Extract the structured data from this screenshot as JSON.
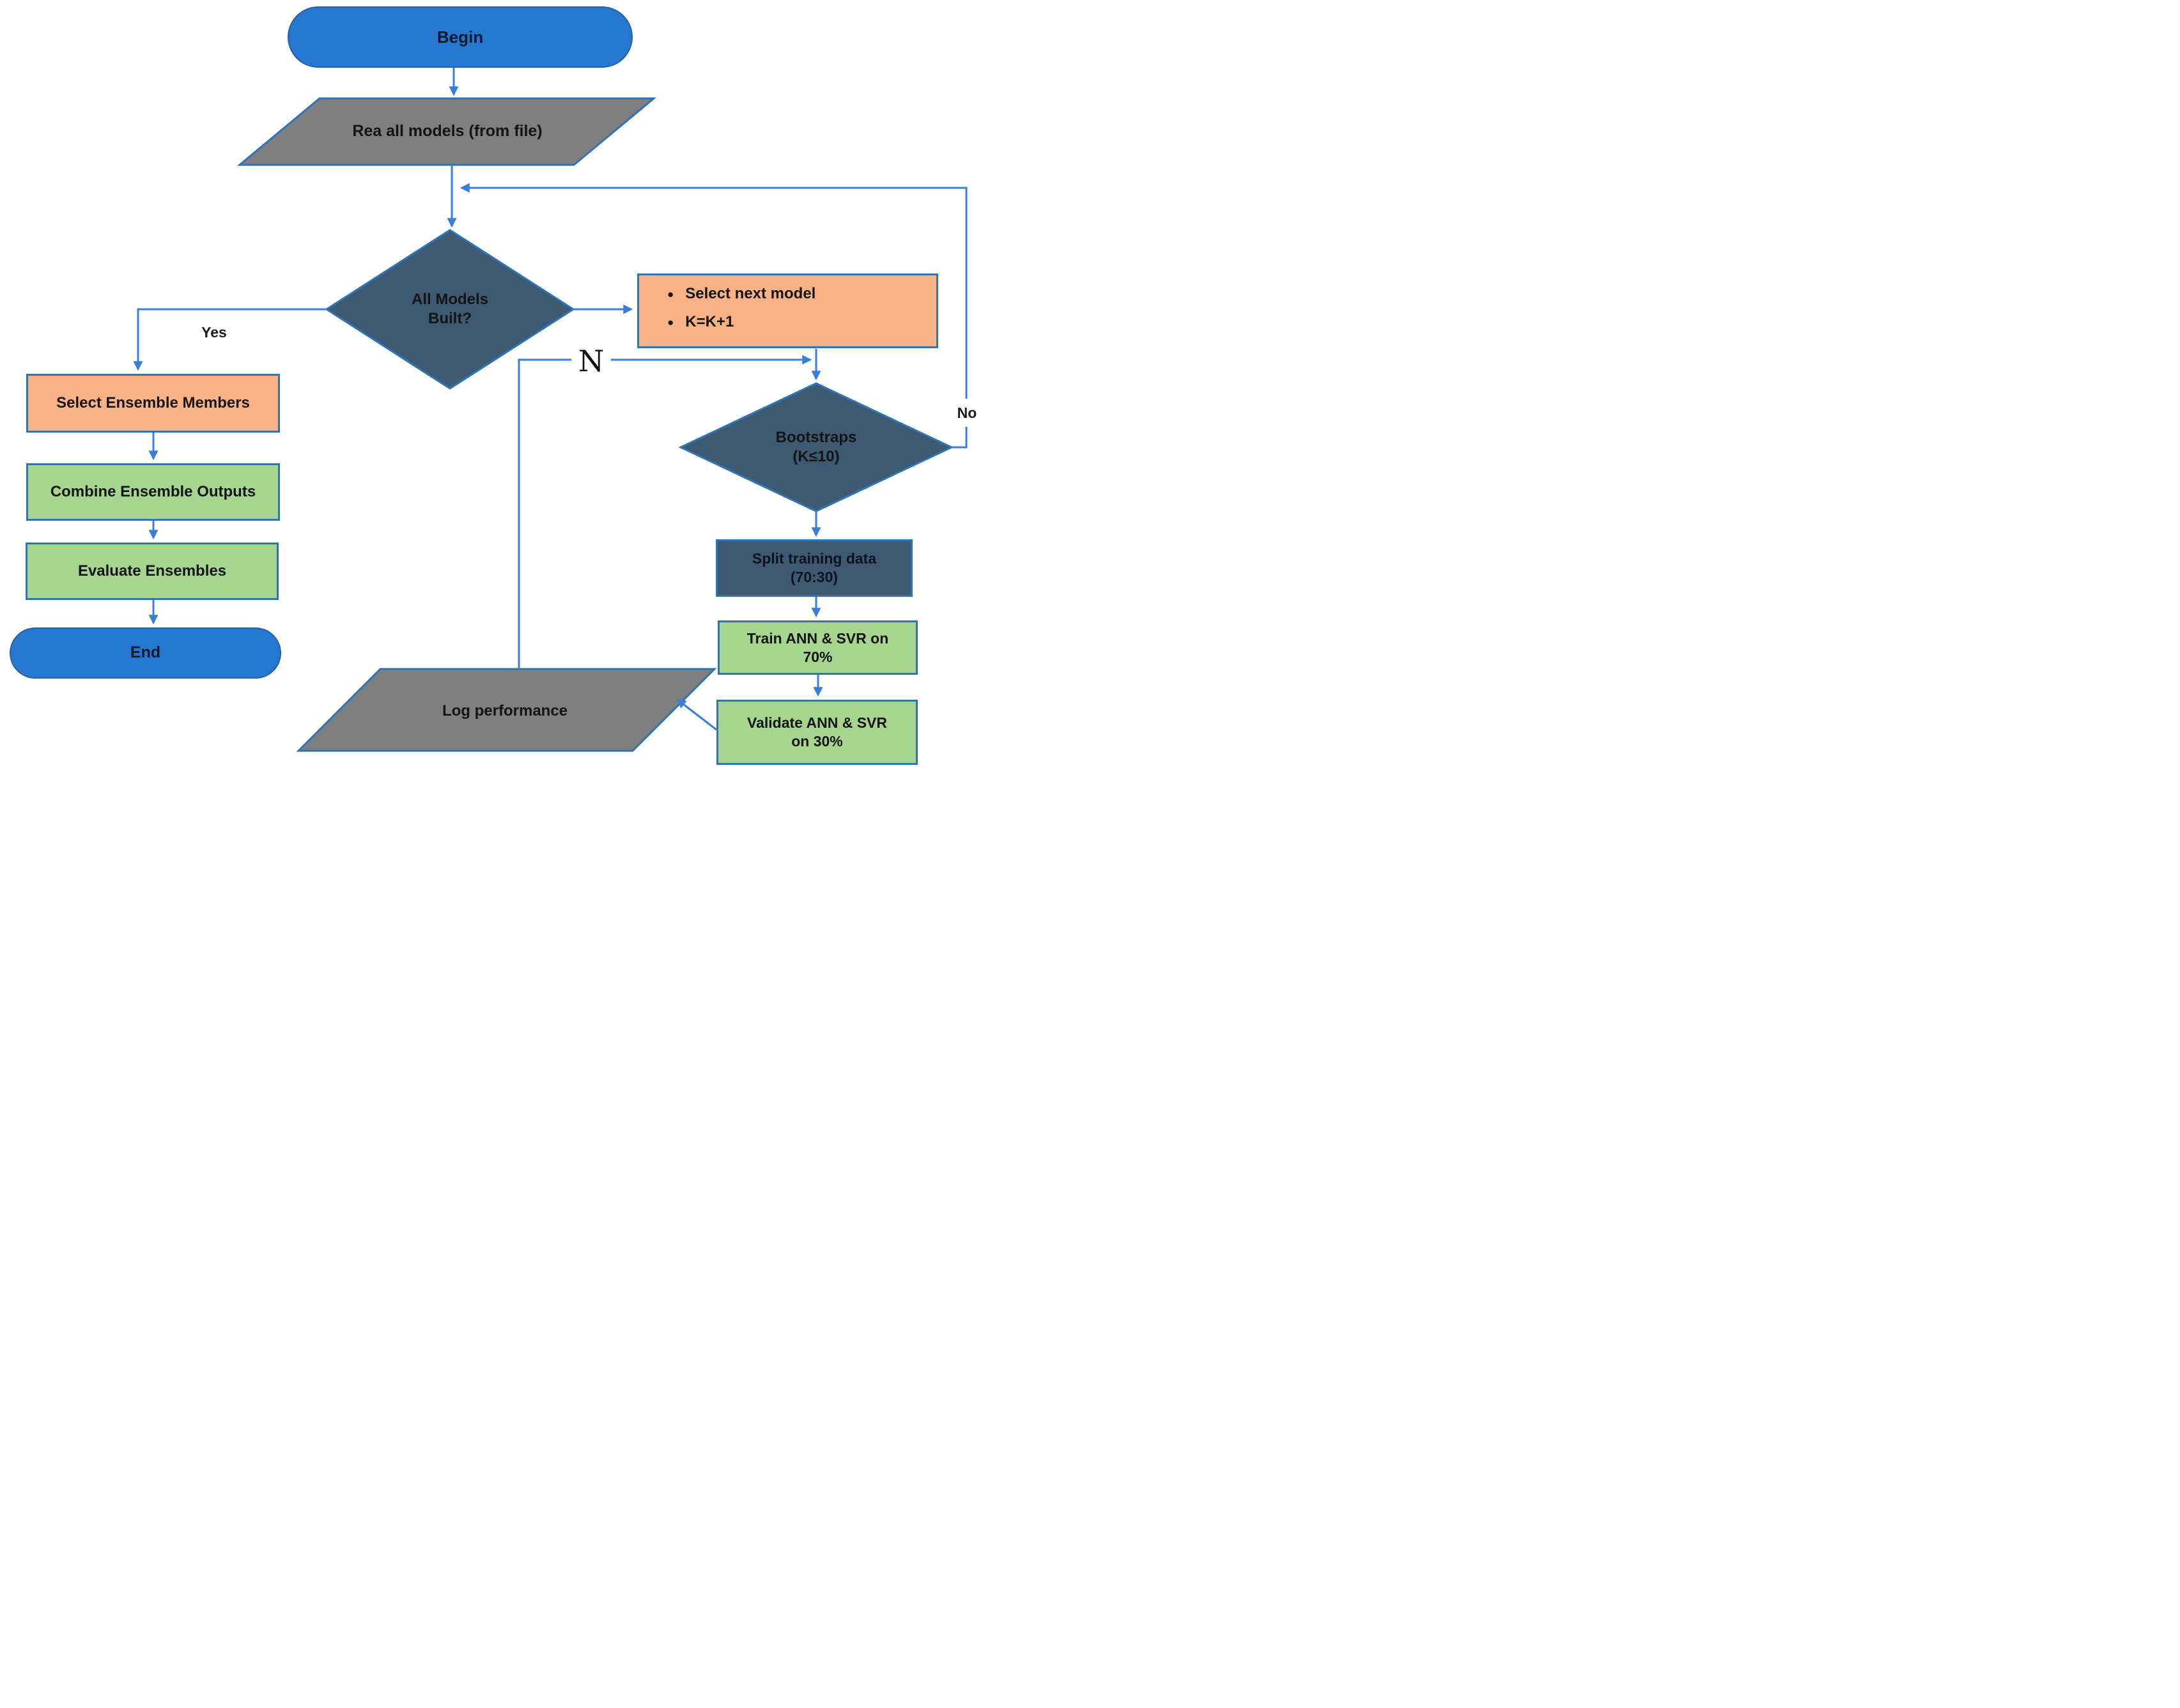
{
  "flowchart": {
    "nodes": {
      "begin": {
        "label": "Begin",
        "type": "terminator"
      },
      "read_models": {
        "label": "Rea all models (from file)",
        "type": "data"
      },
      "all_models_built": {
        "label": "All Models\nBuilt?",
        "type": "decision"
      },
      "select_next_model": {
        "bullet_glyph": "●",
        "bullets": [
          "Select next model",
          "K=K+1"
        ],
        "type": "process"
      },
      "bootstraps": {
        "label": "Bootstraps\n(K≤10)",
        "type": "decision"
      },
      "split_training_data": {
        "label": "Split training data\n(70:30)",
        "type": "process"
      },
      "train_ann_svr": {
        "label": "Train ANN & SVR on\n70%",
        "type": "process"
      },
      "validate_ann_svr": {
        "label": "Validate ANN & SVR\non 30%",
        "type": "process"
      },
      "log_performance": {
        "label": "Log performance",
        "type": "data"
      },
      "select_ensemble_members": {
        "label": "Select Ensemble Members",
        "type": "process"
      },
      "combine_ensemble_outputs": {
        "label": "Combine Ensemble Outputs",
        "type": "process"
      },
      "evaluate_ensembles": {
        "label": "Evaluate Ensembles",
        "type": "process"
      },
      "end": {
        "label": "End",
        "type": "terminator"
      }
    },
    "edge_labels": {
      "yes": "Yes",
      "no": "No",
      "n": "N"
    },
    "colors": {
      "terminator_fill": "#2677d0",
      "data_parallelogram_fill": "#7f7f7f",
      "decision_fill": "#3e5a72",
      "dark_process_fill": "#3e5971",
      "orange_process_fill": "#f9b286",
      "green_process_fill": "#a6d590",
      "shape_border": "#2e75b6",
      "connector": "#3a7edb"
    }
  }
}
